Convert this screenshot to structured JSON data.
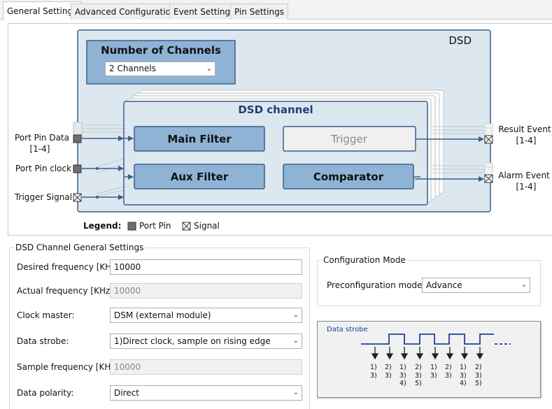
{
  "tabs": [
    "General Settings",
    "Advanced Configuration",
    "Event Settings",
    "Pin Settings"
  ],
  "diagram": {
    "dsd_label": "DSD",
    "channels_title": "Number of Channels",
    "channels_value": "2 Channels",
    "channel_title": "DSD channel",
    "main_filter": "Main Filter",
    "trigger": "Trigger",
    "aux_filter": "Aux Filter",
    "comparator": "Comparator",
    "port_pin_data": "Port Pin Data",
    "port_pin_data_range": "[1-4]",
    "port_pin_clock": "Port Pin clock",
    "trigger_signal": "Trigger Signal",
    "result_event": "Result Event",
    "result_event_range": "[1-4]",
    "alarm_event": "Alarm Event",
    "alarm_event_range": "[1-4]",
    "legend_label": "Legend:",
    "legend_port_pin": "Port Pin",
    "legend_signal": "Signal"
  },
  "general": {
    "title": "DSD Channel General Settings",
    "desired_freq_label": "Desired frequency [KHz]:",
    "desired_freq_value": "10000",
    "actual_freq_label": "Actual frequency [KHz]:",
    "actual_freq_value": "10000",
    "clock_master_label": "Clock master:",
    "clock_master_value": "DSM (external module)",
    "data_strobe_label": "Data strobe:",
    "data_strobe_value": "1)Direct clock, sample on rising edge",
    "sample_freq_label": "Sample frequency [KHz]:",
    "sample_freq_value": "10000",
    "data_polarity_label": "Data polarity:",
    "data_polarity_value": "Direct"
  },
  "config": {
    "title": "Configuration Mode",
    "preconfig_label": "Preconfiguration mode:",
    "preconfig_value": "Advance"
  },
  "strobe": {
    "title": "Data strobe",
    "columns": [
      [
        "1)",
        "3)"
      ],
      [
        "2)",
        "3)"
      ],
      [
        "1)",
        "3)",
        "4)"
      ],
      [
        "2)",
        "3)",
        "5)"
      ],
      [
        "1)",
        "3)"
      ],
      [
        "2)",
        "3)"
      ],
      [
        "1)",
        "3)",
        "4)"
      ],
      [
        "2)",
        "3)",
        "5)"
      ]
    ]
  },
  "colors": {
    "panel": "#dde7f0",
    "block": "#8fb3d4",
    "border": "#3a5f8a",
    "title": "#1f3f77"
  }
}
